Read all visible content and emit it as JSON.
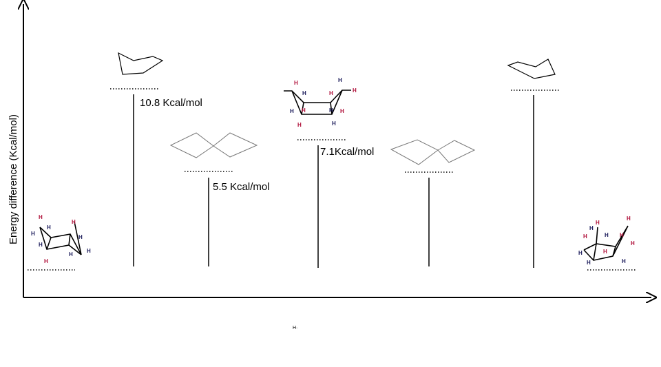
{
  "y_axis_label": "Energy difference (Kcal/mol)",
  "atom_label": "H",
  "levels": [
    {
      "conformation": "chair",
      "label": ""
    },
    {
      "conformation": "half-chair",
      "label": "10.8 Kcal/mol",
      "energy": 10.8
    },
    {
      "conformation": "twist-boat",
      "label": "5.5 Kcal/mol",
      "energy": 5.5
    },
    {
      "conformation": "boat",
      "label": "7.1Kcal/mol",
      "energy": 7.1
    },
    {
      "conformation": "twist-boat",
      "label": ""
    },
    {
      "conformation": "half-chair",
      "label": ""
    },
    {
      "conformation": "chair",
      "label": ""
    }
  ],
  "footer_mark": "H·"
}
